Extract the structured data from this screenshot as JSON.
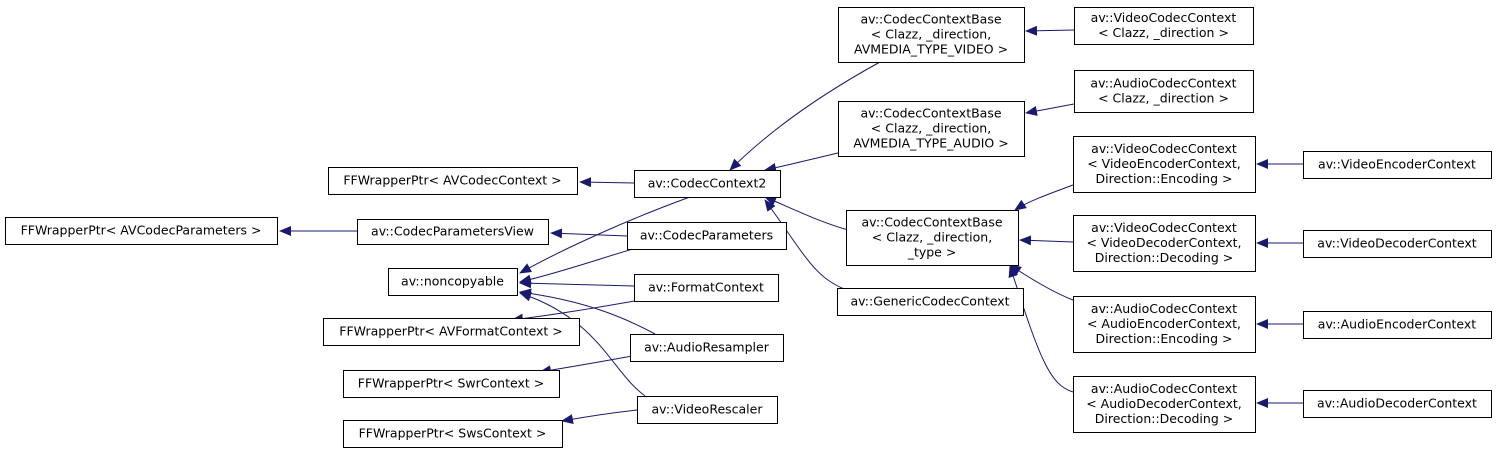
{
  "colors": {
    "edge": "#191970",
    "node_border": "#000000",
    "background": "#ffffff"
  },
  "nodes": [
    {
      "id": "ffw_codecparams",
      "lines": [
        "FFWrapperPtr< AVCodecParameters >"
      ]
    },
    {
      "id": "ffw_codecctx",
      "lines": [
        "FFWrapperPtr< AVCodecContext >"
      ]
    },
    {
      "id": "codec_params_view",
      "lines": [
        "av::CodecParametersView"
      ]
    },
    {
      "id": "noncopyable",
      "lines": [
        "av::noncopyable"
      ]
    },
    {
      "id": "ffw_formatctx",
      "lines": [
        "FFWrapperPtr< AVFormatContext >"
      ]
    },
    {
      "id": "ffw_swr",
      "lines": [
        "FFWrapperPtr< SwrContext >"
      ]
    },
    {
      "id": "ffw_sws",
      "lines": [
        "FFWrapperPtr< SwsContext >"
      ]
    },
    {
      "id": "codec_context2",
      "lines": [
        "av::CodecContext2"
      ]
    },
    {
      "id": "codec_parameters",
      "lines": [
        "av::CodecParameters"
      ]
    },
    {
      "id": "format_context",
      "lines": [
        "av::FormatContext"
      ]
    },
    {
      "id": "audio_resampler",
      "lines": [
        "av::AudioResampler"
      ]
    },
    {
      "id": "video_rescaler",
      "lines": [
        "av::VideoRescaler"
      ]
    },
    {
      "id": "ccb_video",
      "lines": [
        "av::CodecContextBase",
        "< Clazz, _direction,",
        " AVMEDIA_TYPE_VIDEO >"
      ]
    },
    {
      "id": "ccb_audio",
      "lines": [
        "av::CodecContextBase",
        "< Clazz, _direction,",
        " AVMEDIA_TYPE_AUDIO >"
      ]
    },
    {
      "id": "ccb_type",
      "lines": [
        "av::CodecContextBase",
        "< Clazz, _direction,",
        " _type >"
      ]
    },
    {
      "id": "generic_codec_ctx",
      "lines": [
        "av::GenericCodecContext"
      ]
    },
    {
      "id": "vcc_generic",
      "lines": [
        "av::VideoCodecContext",
        "< Clazz, _direction >"
      ]
    },
    {
      "id": "acc_generic",
      "lines": [
        "av::AudioCodecContext",
        "< Clazz, _direction >"
      ]
    },
    {
      "id": "vcc_encoder",
      "lines": [
        "av::VideoCodecContext",
        "< VideoEncoderContext,",
        " Direction::Encoding >"
      ]
    },
    {
      "id": "vcc_decoder",
      "lines": [
        "av::VideoCodecContext",
        "< VideoDecoderContext,",
        " Direction::Decoding >"
      ]
    },
    {
      "id": "acc_encoder",
      "lines": [
        "av::AudioCodecContext",
        "< AudioEncoderContext,",
        " Direction::Encoding >"
      ]
    },
    {
      "id": "acc_decoder",
      "lines": [
        "av::AudioCodecContext",
        "< AudioDecoderContext,",
        " Direction::Decoding >"
      ]
    },
    {
      "id": "video_encoder_ctx",
      "lines": [
        "av::VideoEncoderContext"
      ]
    },
    {
      "id": "video_decoder_ctx",
      "lines": [
        "av::VideoDecoderContext"
      ]
    },
    {
      "id": "audio_encoder_ctx",
      "lines": [
        "av::AudioEncoderContext"
      ]
    },
    {
      "id": "audio_decoder_ctx",
      "lines": [
        "av::AudioDecoderContext"
      ]
    }
  ],
  "edges": [
    {
      "from": "codec_params_view",
      "to": "ffw_codecparams"
    },
    {
      "from": "codec_context2",
      "to": "ffw_codecctx"
    },
    {
      "from": "codec_parameters",
      "to": "codec_params_view"
    },
    {
      "from": "codec_context2",
      "to": "noncopyable"
    },
    {
      "from": "codec_parameters",
      "to": "noncopyable"
    },
    {
      "from": "format_context",
      "to": "noncopyable"
    },
    {
      "from": "audio_resampler",
      "to": "noncopyable"
    },
    {
      "from": "video_rescaler",
      "to": "noncopyable"
    },
    {
      "from": "format_context",
      "to": "ffw_formatctx"
    },
    {
      "from": "audio_resampler",
      "to": "ffw_swr"
    },
    {
      "from": "video_rescaler",
      "to": "ffw_sws"
    },
    {
      "from": "ccb_video",
      "to": "codec_context2"
    },
    {
      "from": "ccb_audio",
      "to": "codec_context2"
    },
    {
      "from": "ccb_type",
      "to": "codec_context2"
    },
    {
      "from": "generic_codec_ctx",
      "to": "codec_context2"
    },
    {
      "from": "vcc_generic",
      "to": "ccb_video"
    },
    {
      "from": "acc_generic",
      "to": "ccb_audio"
    },
    {
      "from": "vcc_encoder",
      "to": "ccb_type"
    },
    {
      "from": "vcc_decoder",
      "to": "ccb_type"
    },
    {
      "from": "acc_encoder",
      "to": "ccb_type"
    },
    {
      "from": "acc_decoder",
      "to": "ccb_type"
    },
    {
      "from": "video_encoder_ctx",
      "to": "vcc_encoder"
    },
    {
      "from": "video_decoder_ctx",
      "to": "vcc_decoder"
    },
    {
      "from": "audio_encoder_ctx",
      "to": "acc_encoder"
    },
    {
      "from": "audio_decoder_ctx",
      "to": "acc_decoder"
    }
  ]
}
